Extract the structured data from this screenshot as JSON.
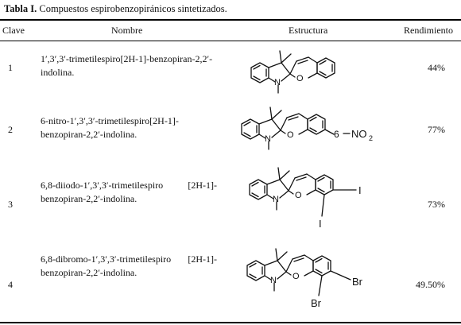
{
  "table": {
    "label": "Tabla I.",
    "caption": "Compuestos espirobenzopiránicos sintetizados.",
    "headers": {
      "clave": "Clave",
      "nombre": "Nombre",
      "estructura": "Estructura",
      "rendimiento": "Rendimiento"
    },
    "rows": [
      {
        "clave": "1",
        "nombre_1": "1′,3′,3′-trimetilespiro[2H-1]-benzopiran-2,2′-",
        "nombre_2": "indolina.",
        "rendimiento": "44%",
        "atoms": {
          "n": "N",
          "o": "O"
        }
      },
      {
        "clave": "2",
        "nombre_1": "6-nitro-1′,3′,3′-trimetilespiro[2H-1]-",
        "nombre_2": "benzopiran-2,2′-indolina.",
        "rendimiento": "77%",
        "atoms": {
          "n": "N",
          "o": "O",
          "sub": "NO",
          "sub_index": "2"
        }
      },
      {
        "clave": "3",
        "nombre_1a": "6,8-diiodo-1′,3′,3′-trimetilespiro",
        "nombre_1b": "[2H-1]-",
        "nombre_2": "benzopiran-2,2′-indolina.",
        "rendimiento": "73%",
        "atoms": {
          "n": "N",
          "o": "O",
          "x1": "I",
          "x2": "I"
        }
      },
      {
        "clave": "4",
        "nombre_1a": "6,8-dibromo-1′,3′,3′-trimetilespiro",
        "nombre_1b": "[2H-1]-",
        "nombre_2": "benzopiran-2,2′-indolina.",
        "rendimiento": "49.50%",
        "atoms": {
          "n": "N",
          "o": "O",
          "x1": "Br",
          "x2": "Br"
        }
      }
    ]
  }
}
